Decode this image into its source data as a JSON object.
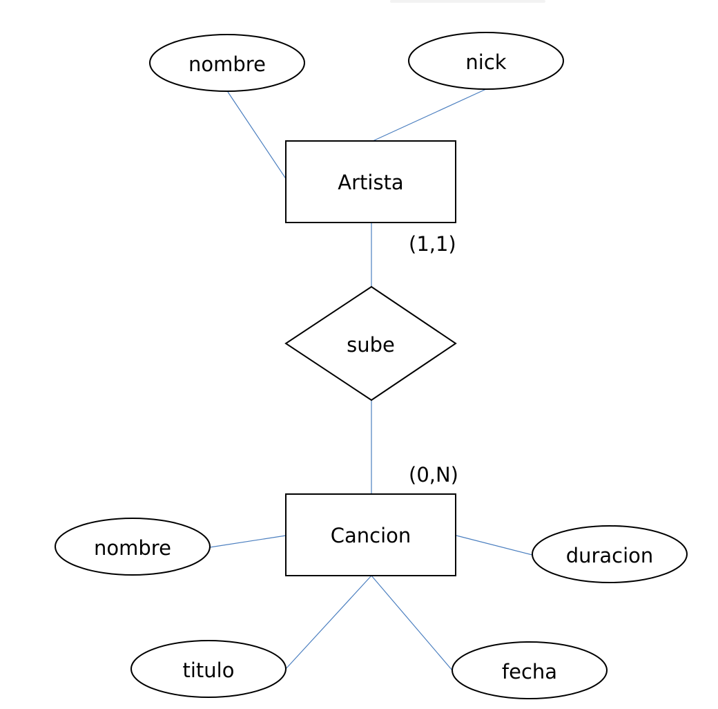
{
  "entities": {
    "artista": {
      "label": "Artista"
    },
    "cancion": {
      "label": "Cancion"
    }
  },
  "relationship": {
    "label": "sube"
  },
  "cardinalities": {
    "artista_side": "(1,1)",
    "cancion_side": "(0,N)"
  },
  "attributes": {
    "artista_nombre": "nombre",
    "artista_nick": "nick",
    "cancion_nombre": "nombre",
    "cancion_duracion": "duracion",
    "cancion_titulo": "titulo",
    "cancion_fecha": "fecha"
  },
  "colors": {
    "connector": "#4a7ebf",
    "outline": "#000000"
  }
}
